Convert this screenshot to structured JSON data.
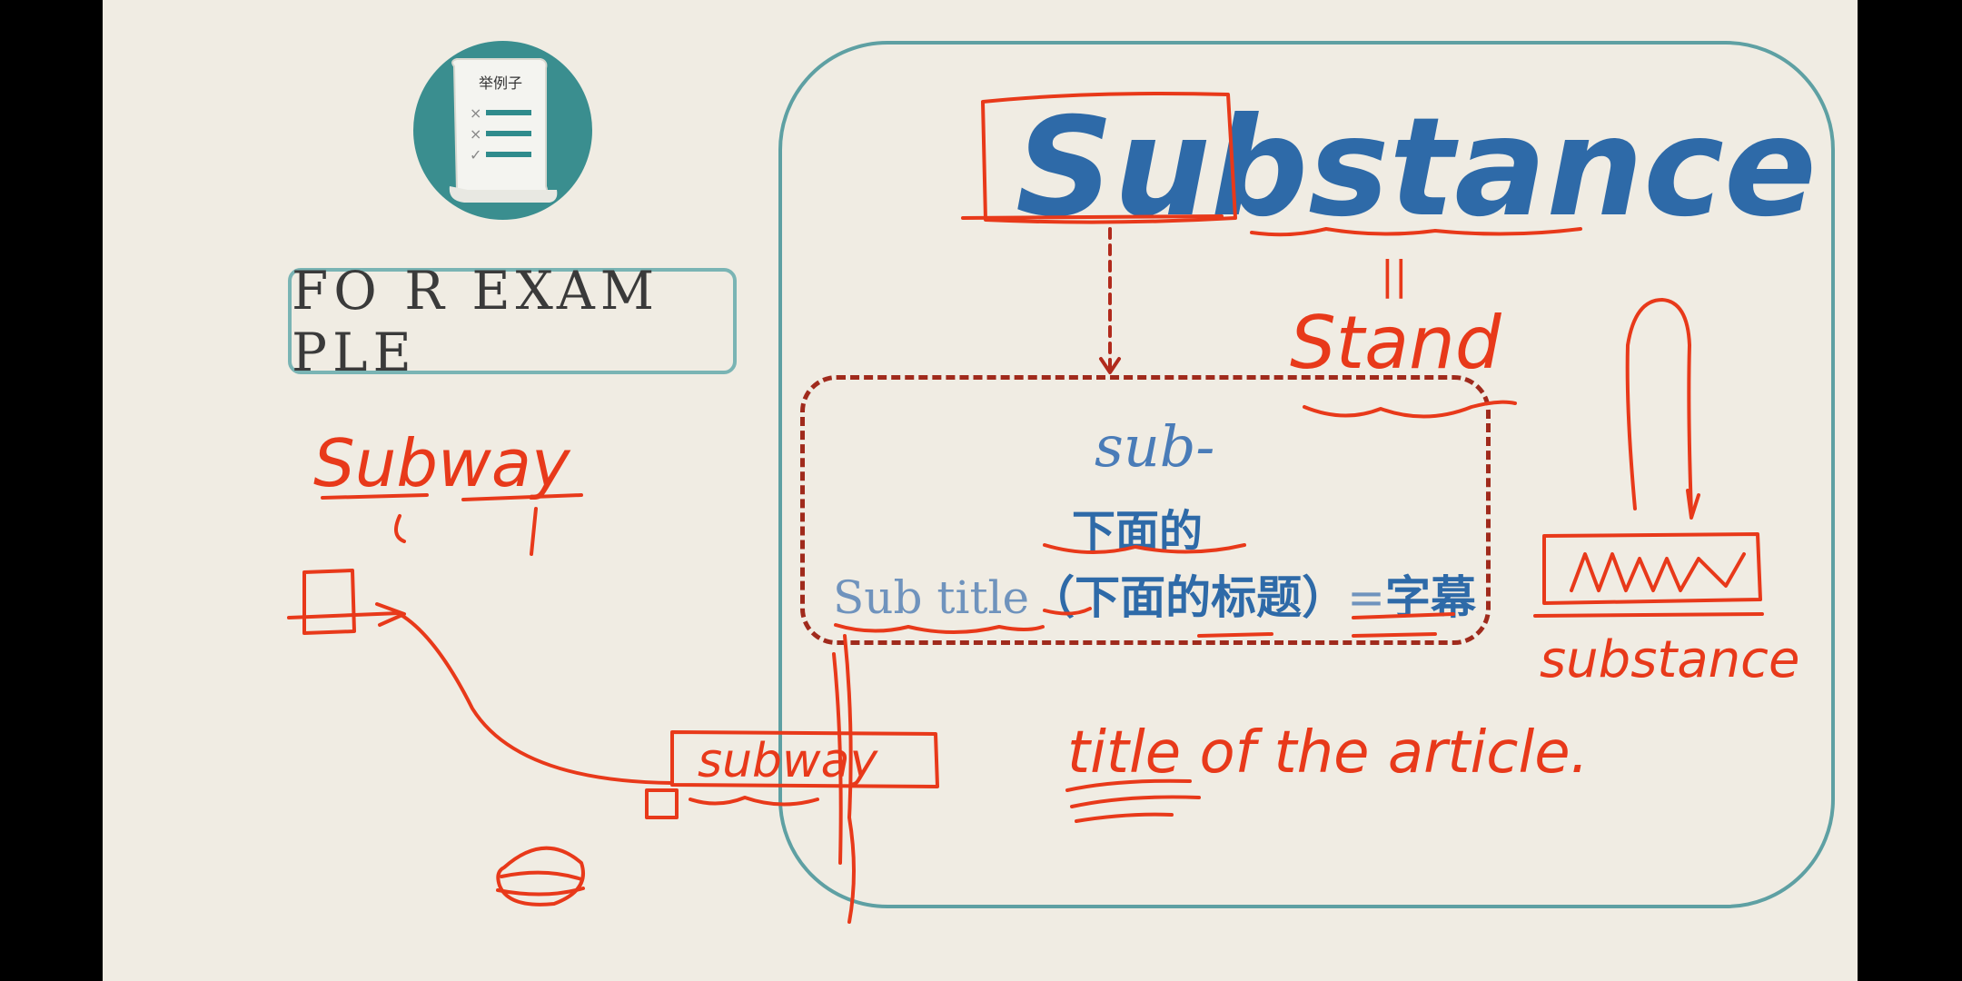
{
  "icon": {
    "name": "example-scroll-icon",
    "caption": "举例子",
    "color": "#3a8e8f"
  },
  "example_label": "FO R EXAM PLE",
  "main": {
    "word": "Substance",
    "prefix": "sub-",
    "meaning": "下面的",
    "subtitle_en": "Sub title",
    "subtitle_cn": "（下面的标题）",
    "equals": "=",
    "subtitle_result": "字幕"
  },
  "annotations": {
    "equals_mark": "||",
    "stand": "Stand",
    "subway_top": "Subway",
    "subway_box": "subway",
    "substance_hand": "substance",
    "title_phrase": "title of the article."
  },
  "colors": {
    "ink": "#e8391a",
    "teal": "#5ea0a3",
    "blue": "#2e6aa8",
    "background": "#f0ece3"
  }
}
